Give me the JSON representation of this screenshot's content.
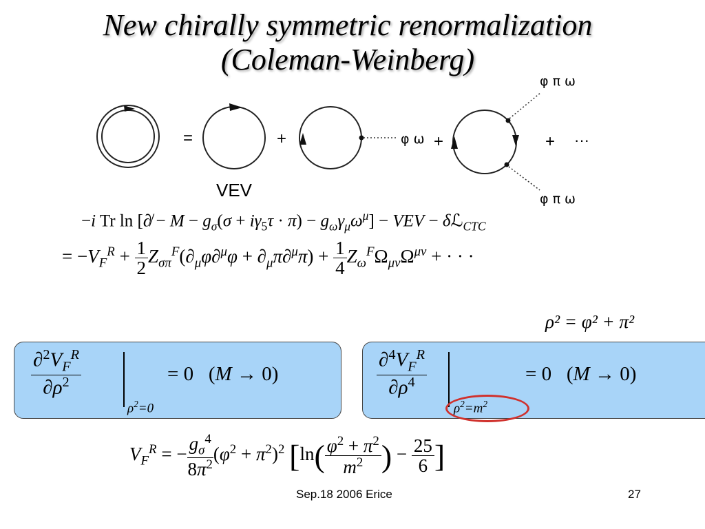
{
  "slide": {
    "title_line1": "New chirally symmetric renormalization",
    "title_line2": "(Coleman-Weinberg)",
    "footer": "Sep.18 2006 Erice",
    "page_number": "27"
  },
  "diagram": {
    "equals": "=",
    "plus": "+",
    "ellipsis": "···",
    "vev_label": "VEV",
    "phi_omega": "φ ω",
    "phi_pi_omega_top": "φ π ω",
    "phi_pi_omega_bottom": "φ π ω"
  },
  "equations": {
    "rho_def": "ρ² = φ² + π²"
  },
  "colors": {
    "box_fill": "#a8d4f8",
    "highlight_ellipse": "#d0312d"
  }
}
